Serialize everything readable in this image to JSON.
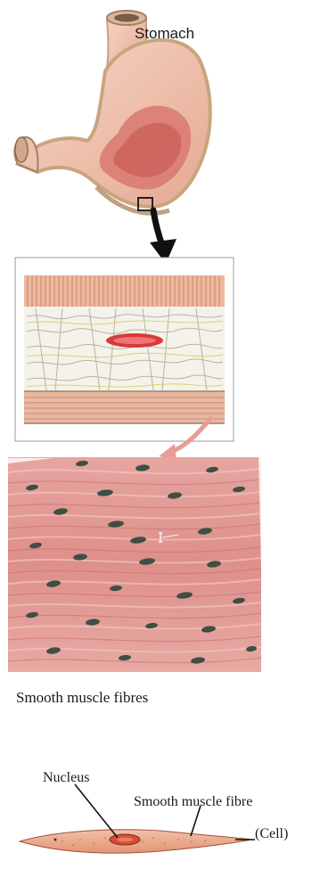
{
  "labels": {
    "stomach": "Stomach",
    "caption": "Smooth muscle fibres",
    "nucleus": "Nucleus",
    "fibre": "Smooth muscle fibre",
    "cell": "(Cell)"
  },
  "colors": {
    "tissue_pink": "#e49a94",
    "stomach_inner": "#d9786e",
    "stomach_wall": "#c8a57e",
    "nucleus_dark": "#3e4f45",
    "blood_vessel": "#d63a3a",
    "arrow": "#111111"
  },
  "icons": [
    "zoom-box-icon",
    "down-arrow-icon",
    "curved-arrow-icon"
  ]
}
